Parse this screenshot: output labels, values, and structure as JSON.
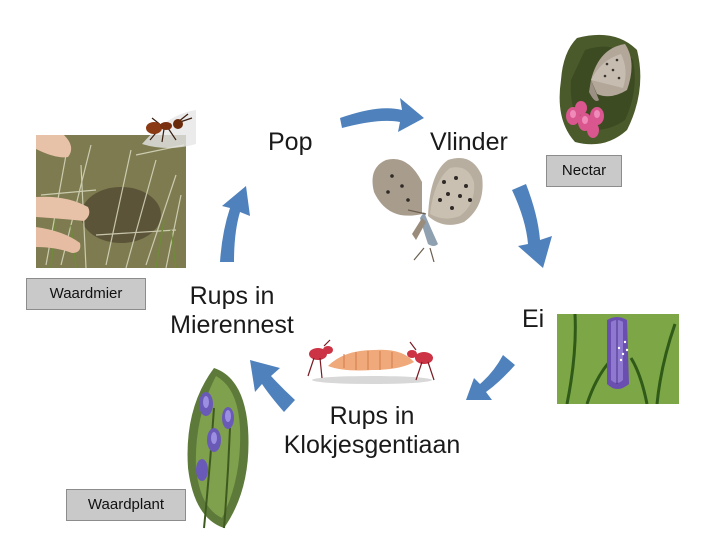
{
  "cycle": {
    "stages": {
      "pop": "Pop",
      "vlinder": "Vlinder",
      "ei": "Ei",
      "rups_gentiaan": [
        "Rups in",
        "Klokjesgentiaan"
      ],
      "rups_mierennest": [
        "Rups in",
        "Mierennest"
      ]
    },
    "tags": {
      "nectar": "Nectar",
      "waardmier": "Waardmier",
      "waardplant": "Waardplant"
    }
  },
  "colors": {
    "arrow": "#4f81bd",
    "tag_bg": "#c9c9c9",
    "text": "#1a1a1a"
  },
  "icons": {
    "butterfly": "butterfly-icon",
    "ant": "ant-icon",
    "gentian": "gentian-flower-icon",
    "heather": "heather-flower-icon",
    "ground": "ant-nest-ground-icon",
    "caterpillar_ants": "caterpillar-carried-by-ants-icon"
  }
}
